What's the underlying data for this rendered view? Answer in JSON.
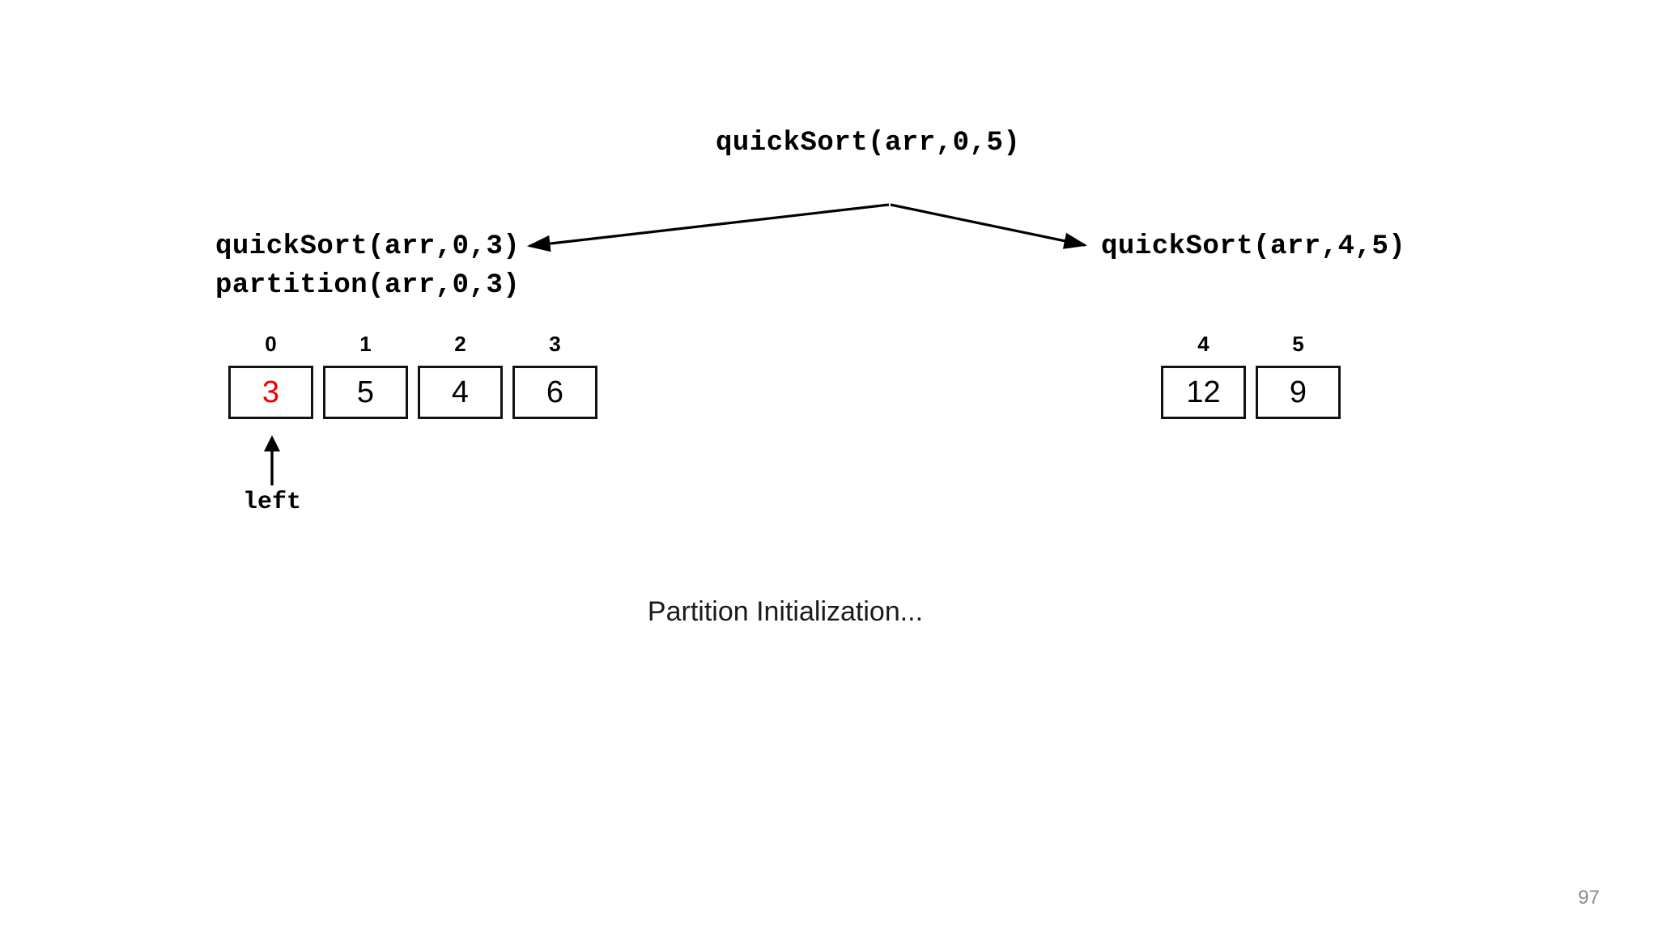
{
  "slide": {
    "page_number": "97",
    "caption": "Partition Initialization...",
    "background_color": "#ffffff"
  },
  "call_tree": {
    "root": {
      "label": "quickSort(arr,0,5)"
    },
    "left_child": {
      "labels": [
        "quickSort(arr,0,3)",
        "partition(arr,0,3)"
      ]
    },
    "right_child": {
      "labels": [
        "quickSort(arr,4,5)"
      ]
    },
    "connector_color": "#000000"
  },
  "arrays": {
    "left": {
      "cells": [
        {
          "index": "0",
          "value": "3",
          "highlight": true
        },
        {
          "index": "1",
          "value": "5",
          "highlight": false
        },
        {
          "index": "2",
          "value": "4",
          "highlight": false
        },
        {
          "index": "3",
          "value": "6",
          "highlight": false
        }
      ]
    },
    "right": {
      "cells": [
        {
          "index": "4",
          "value": "12",
          "highlight": false
        },
        {
          "index": "5",
          "value": "9",
          "highlight": false
        }
      ]
    }
  },
  "pointers": [
    {
      "label": "left",
      "target_index": "0",
      "array": "left"
    }
  ],
  "colors": {
    "highlight_value": "#ee0000",
    "box_border": "#121212",
    "text": "#000000",
    "page_number": "#8a8a93"
  }
}
